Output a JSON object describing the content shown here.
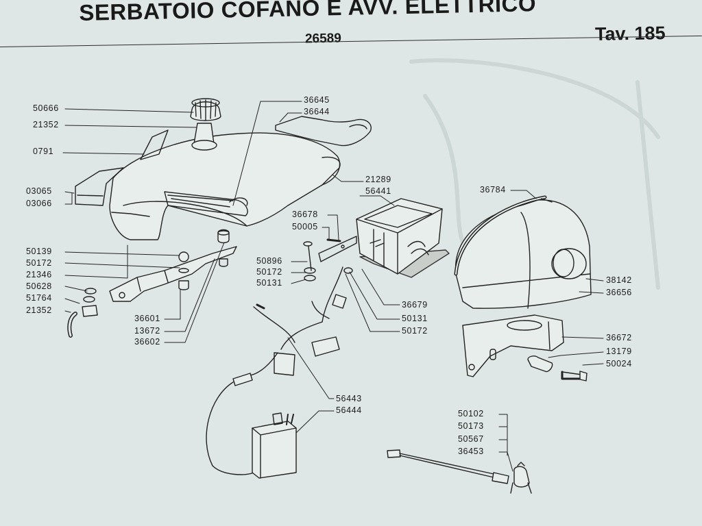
{
  "header": {
    "title": "SERBATOIO COFANO E AVV. ELETTRICO",
    "code": "26589",
    "table": "Tav. 185"
  },
  "parts": {
    "p50666": "50666",
    "p21352a": "21352",
    "p0791": "0791",
    "p03065": "03065",
    "p03066": "03066",
    "p50139": "50139",
    "p50172a": "50172",
    "p21346": "21346",
    "p50628": "50628",
    "p51764": "51764",
    "p21352b": "21352",
    "p36601": "36601",
    "p13672": "13672",
    "p36602": "36602",
    "p36645": "36645",
    "p36644": "36644",
    "p21289": "21289",
    "p56441": "56441",
    "p36678": "36678",
    "p50005": "50005",
    "p50896": "50896",
    "p50172b": "50172",
    "p50131a": "50131",
    "p36679": "36679",
    "p50131b": "50131",
    "p50172c": "50172",
    "p56443": "56443",
    "p56444": "56444",
    "p36784": "36784",
    "p38142": "38142",
    "p36656": "36656",
    "p36672": "36672",
    "p13179": "13179",
    "p50024": "50024",
    "p50102": "50102",
    "p50173": "50173",
    "p50567": "50567",
    "p36453": "36453"
  }
}
